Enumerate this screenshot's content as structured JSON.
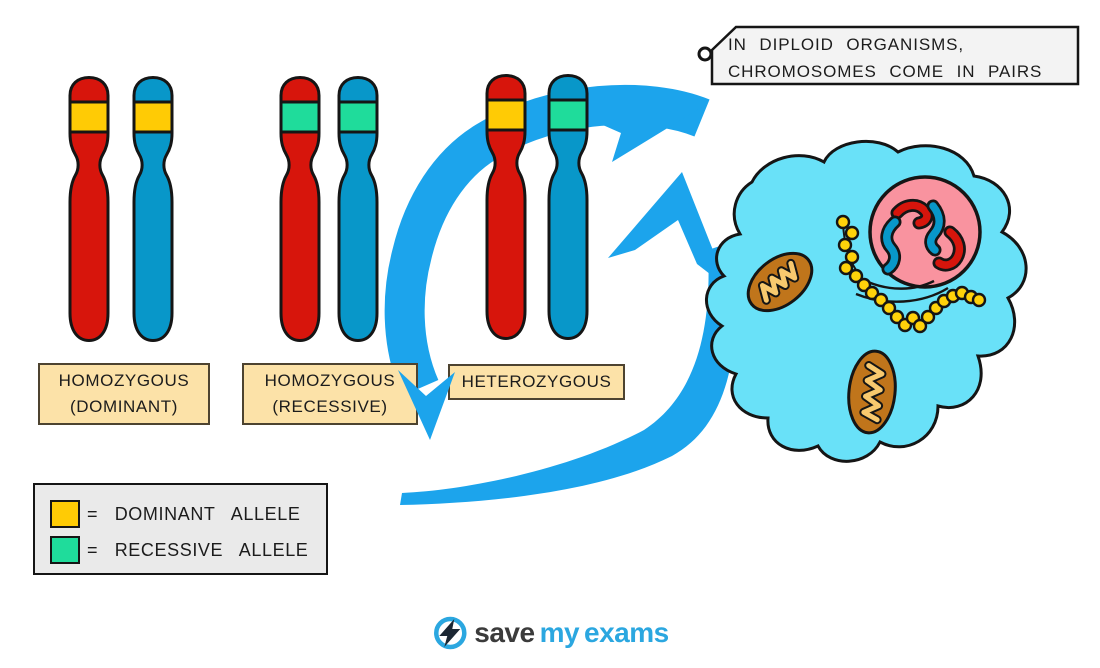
{
  "colors": {
    "red": "#D7150C",
    "blue": "#0897C9",
    "yellow": "#FFCB05",
    "green": "#1FDC9B",
    "arrow": "#1CA4EC",
    "cell": "#69E1F8",
    "nucleus": "#F9939F",
    "mito": "#C0751B",
    "mitoInner": "#F8C96E",
    "bead": "#FFD20A",
    "tan": "#FCE2A8",
    "legendBg": "#EAEAEA",
    "tagBg": "#F3F3F3",
    "ink": "#1C1C1C",
    "logoBlue": "#2BA7E0",
    "logoDark": "#3B3B3B"
  },
  "tag": {
    "line1": "IN DIPLOID ORGANISMS,",
    "line2": "CHROMOSOMES COME IN PAIRS"
  },
  "pair_labels": {
    "pair1_line1": "HOMOZYGOUS",
    "pair1_line2": "(DOMINANT)",
    "pair2_line1": "HOMOZYGOUS",
    "pair2_line2": "(RECESSIVE)",
    "pair3": "HETEROZYGOUS"
  },
  "legend": {
    "dominant": "= DOMINANT ALLELE",
    "recessive": "= RECESSIVE ALLELE"
  },
  "logo": {
    "word1": "save",
    "word2": "my",
    "word3": "exams"
  },
  "diagram": {
    "pairs": [
      {
        "genotype": "homozygous (dominant)",
        "chromatids": [
          {
            "body": "red",
            "allele_band": "yellow"
          },
          {
            "body": "blue",
            "allele_band": "yellow"
          }
        ]
      },
      {
        "genotype": "homozygous (recessive)",
        "chromatids": [
          {
            "body": "red",
            "allele_band": "green"
          },
          {
            "body": "blue",
            "allele_band": "green"
          }
        ]
      },
      {
        "genotype": "heterozygous",
        "chromatids": [
          {
            "body": "red",
            "allele_band": "yellow"
          },
          {
            "body": "blue",
            "allele_band": "green"
          }
        ]
      }
    ],
    "cell_organelles": [
      "nucleus with chromosomes",
      "mitochondrion",
      "mitochondrion",
      "ribosome chain",
      "endoplasmic reticulum"
    ]
  }
}
